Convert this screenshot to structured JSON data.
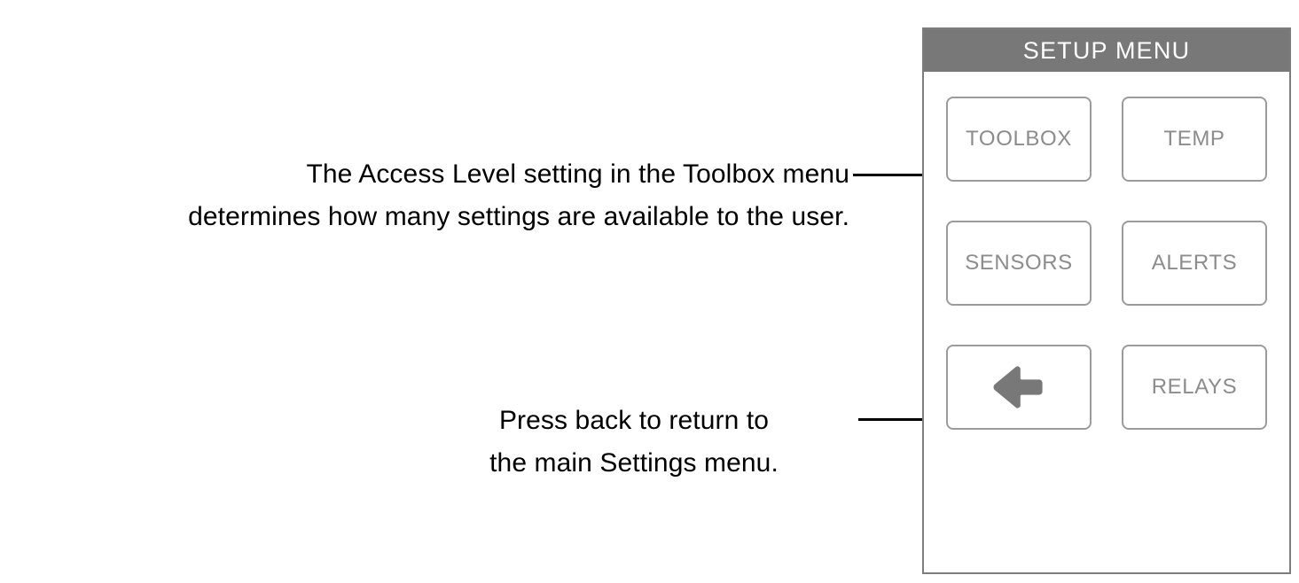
{
  "annotations": [
    {
      "id": "access-level",
      "text": "The Access Level setting in the Toolbox menu\ndetermines how many settings are available to the user."
    },
    {
      "id": "back",
      "text": "Press back to return to\nthe main Settings menu."
    }
  ],
  "panel": {
    "header": {
      "title": "SETUP MENU",
      "background_color": "#787878",
      "text_color": "#ffffff"
    },
    "border_color": "#7d7d7d",
    "background_color": "#ffffff",
    "buttons": [
      {
        "id": "toolbox",
        "label": "TOOLBOX",
        "type": "text"
      },
      {
        "id": "temp",
        "label": "TEMP",
        "type": "text"
      },
      {
        "id": "sensors",
        "label": "SENSORS",
        "type": "text"
      },
      {
        "id": "alerts",
        "label": "ALERTS",
        "type": "text"
      },
      {
        "id": "back",
        "label": "",
        "type": "icon",
        "icon": "arrow-left-icon",
        "icon_color": "#787878"
      },
      {
        "id": "relays",
        "label": "RELAYS",
        "type": "text"
      }
    ],
    "button_style": {
      "border_color": "#9b9b9b",
      "label_color": "#8c8c8c"
    }
  },
  "leader_lines": [
    {
      "id": "toolbox",
      "color": "#000000"
    },
    {
      "id": "back",
      "color": "#000000"
    }
  ]
}
